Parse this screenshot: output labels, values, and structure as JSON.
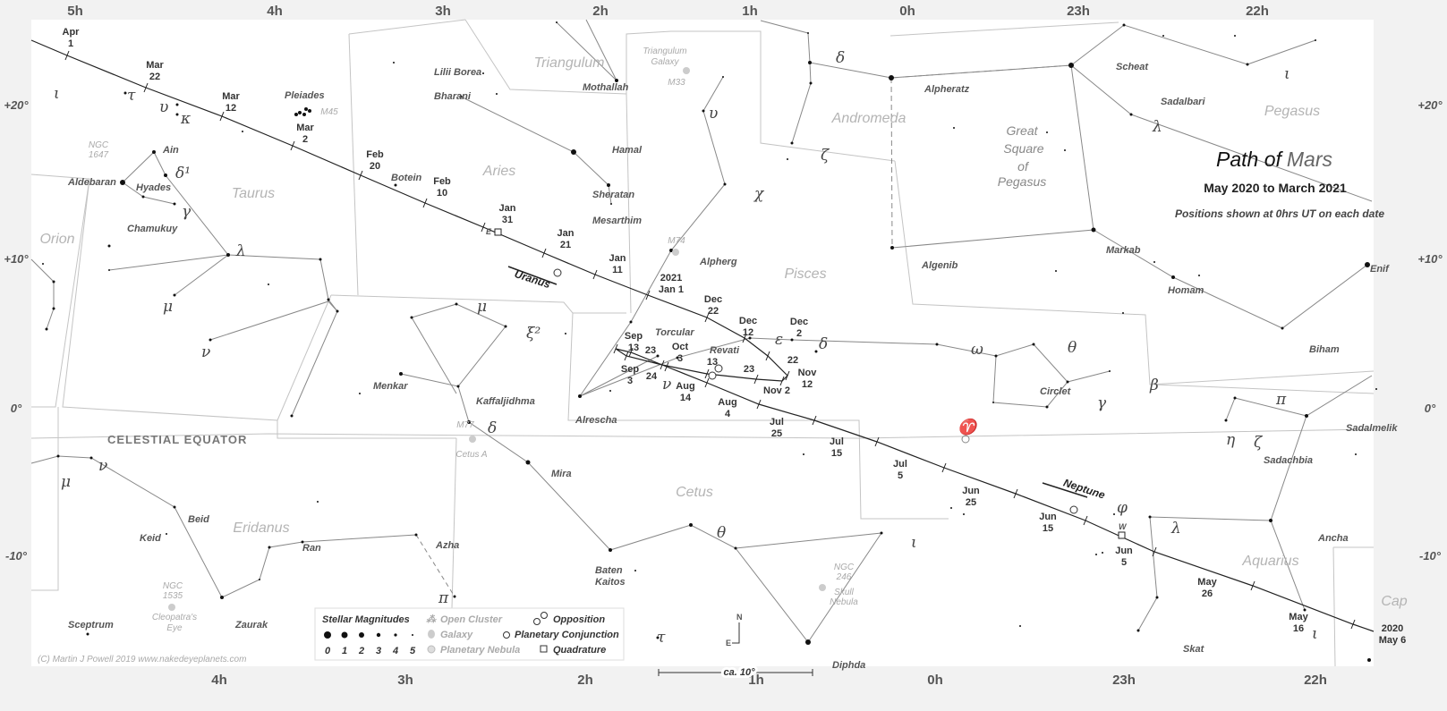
{
  "title": {
    "prefix": "Path of",
    "planet": "Mars",
    "subtitle": "May 2020 to March 2021",
    "note": "Positions shown at 0hrs UT on each date"
  },
  "hours_top": [
    "5h",
    "4h",
    "3h",
    "2h",
    "1h",
    "0h",
    "23h",
    "22h"
  ],
  "hours_bottom": [
    "4h",
    "3h",
    "2h",
    "1h",
    "0h",
    "23h",
    "22h"
  ],
  "dec_left": [
    "+20°",
    "+10°",
    "0°",
    "-10°"
  ],
  "dec_right": [
    "+20°",
    "+10°",
    "0°",
    "-10°"
  ],
  "celestial_equator": "CELESTIAL EQUATOR",
  "constellations": [
    "Taurus",
    "Aries",
    "Pisces",
    "Cetus",
    "Eridanus",
    "Aquarius",
    "Pegasus",
    "Andromeda",
    "Triangulum",
    "Orion",
    "Cap"
  ],
  "stars": [
    "Aldebaran",
    "Ain",
    "Hyades",
    "Chamukuy",
    "Pleiades",
    "Lilii Borea",
    "Bharani",
    "Hamal",
    "Sheratan",
    "Mesarthim",
    "Mothallah",
    "Botein",
    "Alpherg",
    "Torcular",
    "Revati",
    "Alrescha",
    "Menkar",
    "Kaffaljidhma",
    "Mira",
    "Baten",
    "Kaitos",
    "Diphda",
    "Alpheratz",
    "Algenib",
    "Scheat",
    "Sadalbari",
    "Markab",
    "Homam",
    "Biham",
    "Enif",
    "Circlet",
    "Sadalmelik",
    "Sadachbia",
    "Ancha",
    "Skat",
    "Keid",
    "Beid",
    "Ran",
    "Azha",
    "Zaurak",
    "Sceptrum",
    "Great",
    "Square",
    "of",
    "Pegasus"
  ],
  "deep_sky": [
    "NGC",
    "1647",
    "M45",
    "Triangulum",
    "Galaxy",
    "M33",
    "M74",
    "M77",
    "Cetus A",
    "NGC",
    "246",
    "Skull",
    "Nebula",
    "NGC",
    "1535",
    "Cleopatra's",
    "Eye"
  ],
  "greek": [
    "ι",
    "τ",
    "υ",
    "κ",
    "δ¹",
    "γ",
    "λ",
    "μ",
    "ν",
    "μ",
    "ξ²",
    "ν",
    "δ",
    "ε",
    "δ",
    "ω",
    "θ",
    "β",
    "γ",
    "υ",
    "χ",
    "δ",
    "ζ",
    "λ",
    "ι",
    "π",
    "η",
    "ζ",
    "φ",
    "λ",
    "θ",
    "ι",
    "τ",
    "π",
    "ν",
    "μ",
    "ι",
    "♈"
  ],
  "planets": {
    "uranus": "Uranus",
    "neptune": "Neptune",
    "quadrature_east": "E",
    "quadrature_west": "W"
  },
  "mars_dates": [
    {
      "m": "Apr",
      "d": "1"
    },
    {
      "m": "Mar",
      "d": "22"
    },
    {
      "m": "Mar",
      "d": "12"
    },
    {
      "m": "Mar",
      "d": "2"
    },
    {
      "m": "Feb",
      "d": "20"
    },
    {
      "m": "Feb",
      "d": "10"
    },
    {
      "m": "Jan",
      "d": "31"
    },
    {
      "m": "Jan",
      "d": "21"
    },
    {
      "m": "Jan",
      "d": "11"
    },
    {
      "m": "2021",
      "d": "Jan 1"
    },
    {
      "m": "Dec",
      "d": "22"
    },
    {
      "m": "Dec",
      "d": "12"
    },
    {
      "m": "Dec",
      "d": "2"
    },
    {
      "m": "22",
      "d": ""
    },
    {
      "m": "Nov",
      "d": "12"
    },
    {
      "m": "Nov 2",
      "d": ""
    },
    {
      "m": "23",
      "d": ""
    },
    {
      "m": "13",
      "d": ""
    },
    {
      "m": "Oct",
      "d": "3"
    },
    {
      "m": "23",
      "d": ""
    },
    {
      "m": "Sep",
      "d": "13"
    },
    {
      "m": "Sep",
      "d": "3"
    },
    {
      "m": "24",
      "d": ""
    },
    {
      "m": "Aug",
      "d": "14"
    },
    {
      "m": "Aug",
      "d": "4"
    },
    {
      "m": "Jul",
      "d": "25"
    },
    {
      "m": "Jul",
      "d": "15"
    },
    {
      "m": "Jul",
      "d": "5"
    },
    {
      "m": "Jun",
      "d": "25"
    },
    {
      "m": "Jun",
      "d": "15"
    },
    {
      "m": "Jun",
      "d": "5"
    },
    {
      "m": "May",
      "d": "26"
    },
    {
      "m": "May",
      "d": "16"
    },
    {
      "m": "2020",
      "d": "May 6"
    }
  ],
  "legend": {
    "magnitudes_title": "Stellar Magnitudes",
    "magnitudes": [
      "0",
      "1",
      "2",
      "3",
      "4",
      "5"
    ],
    "open_cluster": "Open Cluster",
    "galaxy": "Galaxy",
    "planetary_nebula": "Planetary Nebula",
    "opposition": "Opposition",
    "conjunction": "Planetary Conjunction",
    "quadrature": "Quadrature"
  },
  "compass": {
    "north": "N",
    "east": "E"
  },
  "scale": "ca. 10°",
  "copyright": "(C) Martin J Powell  2019  www.nakedeyeplanets.com"
}
